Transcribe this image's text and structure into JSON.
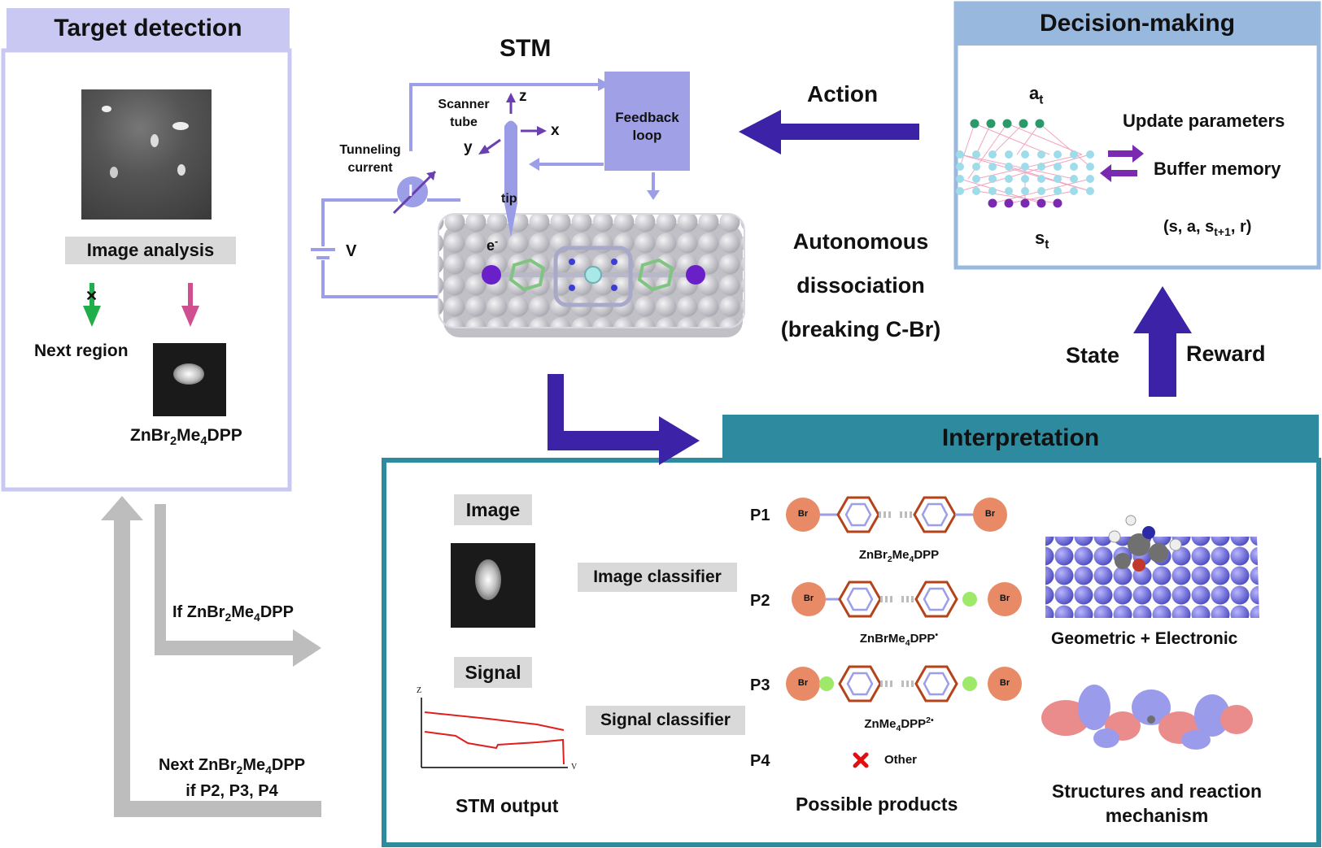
{
  "target_detection": {
    "title": "Target detection",
    "image_analysis": "Image analysis",
    "next_region": "Next region",
    "molecule_html": "ZnBr<sub>2</sub>Me<sub>4</sub>DPP"
  },
  "stm": {
    "title": "STM",
    "scanner_tube": "Scanner tube",
    "feedback_loop": "Feedback loop",
    "tunneling_current": "Tunneling current",
    "current_symbol": "I",
    "voltage_symbol": "V",
    "tip": "tip",
    "electron_html": "e<sup>-</sup>",
    "axis_z": "z",
    "axis_x": "x",
    "axis_y": "y"
  },
  "action_label": "Action",
  "dissociation": {
    "line1": "Autonomous",
    "line2": "dissociation",
    "line3": "(breaking C-Br)"
  },
  "decision_making": {
    "title": "Decision-making",
    "at_html": "a<sub>t</sub>",
    "st_html": "s<sub>t</sub>",
    "update_parameters": "Update parameters",
    "buffer_memory": "Buffer memory",
    "tuple_html": "(s, a, s<sub>t+1</sub>, r)"
  },
  "state_label": "State",
  "reward_label": "Reward",
  "flow": {
    "if_html": "If ZnBr<sub>2</sub>Me<sub>4</sub>DPP",
    "next_html": "Next ZnBr<sub>2</sub>Me<sub>4</sub>DPP<br>if P2, P3, P4"
  },
  "interpretation": {
    "title": "Interpretation",
    "image_label": "Image",
    "signal_label": "Signal",
    "image_classifier": "Image classifier",
    "signal_classifier": "Signal classifier",
    "stm_output": "STM output",
    "signal_axis_z": "Z",
    "signal_axis_v": "V",
    "products": [
      {
        "id": "P1",
        "name_html": "ZnBr<sub>2</sub>Me<sub>4</sub>DPP"
      },
      {
        "id": "P2",
        "name_html": "ZnBrMe<sub>4</sub>DPP<sup>•</sup>"
      },
      {
        "id": "P3",
        "name_html": "ZnMe<sub>4</sub>DPP<sup>2•</sup>"
      },
      {
        "id": "P4",
        "name_html": "Other"
      }
    ],
    "br_label": "Br",
    "possible_products": "Possible products",
    "geometric_electronic": "Geometric + Electronic",
    "structures_html": "Structures and reaction<br>mechanism"
  },
  "colors": {
    "lavender": "#c9c8f2",
    "steel_blue": "#99b8de",
    "teal": "#2e8a9e",
    "indigo_arrow": "#3b22a6",
    "grey_arrow": "#bdbdbd",
    "hexagon": "#b5431a",
    "br_circle": "#e98a66"
  }
}
